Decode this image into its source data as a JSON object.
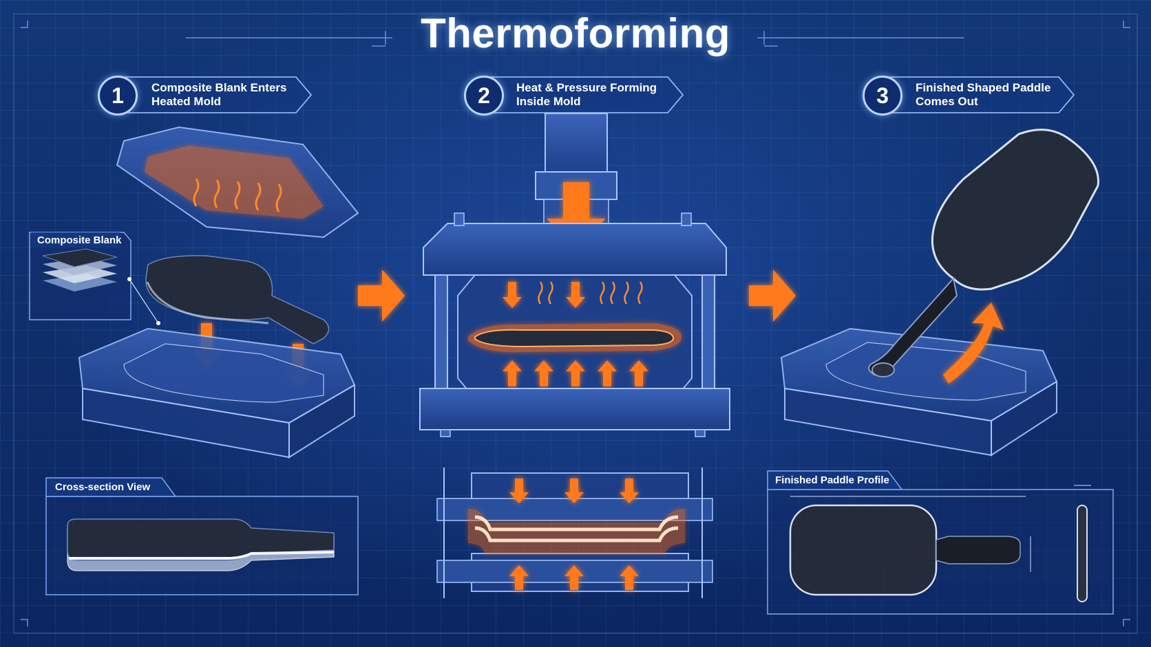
{
  "title": "Thermoforming",
  "steps": [
    {
      "number": "1",
      "label_line1": "Composite Blank Enters",
      "label_line2": "Heated Mold"
    },
    {
      "number": "2",
      "label_line1": "Heat & Pressure Forming",
      "label_line2": "Inside Mold"
    },
    {
      "number": "3",
      "label_line1": "Finished Shaped Paddle",
      "label_line2": "Comes Out"
    }
  ],
  "callouts": {
    "composite_blank": "Composite Blank",
    "cross_section": "Cross-section View",
    "finished_profile": "Finished Paddle Profile"
  },
  "colors": {
    "background": "#0d2a66",
    "line": "#9cc0ff",
    "heat": "#ff7a1a",
    "paddle": "#1c2230"
  }
}
